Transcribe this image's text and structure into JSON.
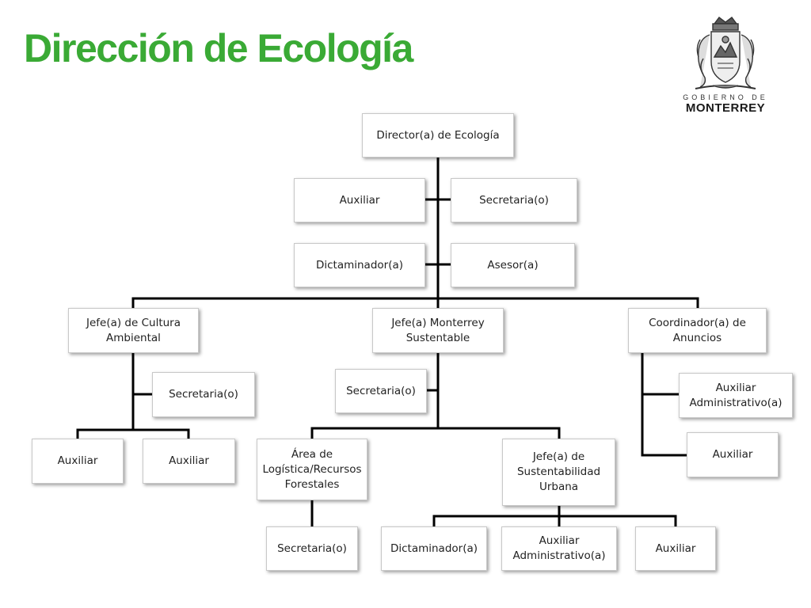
{
  "title": "Dirección de Ecología",
  "colors": {
    "title": "#3aaa35",
    "connector": "#000000",
    "box_border": "#c8c8c8"
  },
  "logo": {
    "icon": "coat-of-arms-icon",
    "top_text": "GOBIERNO DE",
    "main_text": "MONTERREY"
  },
  "org": {
    "director": "Director(a) de Ecología",
    "staff": {
      "auxiliar": "Auxiliar",
      "secretaria": "Secretaria(o)",
      "dictaminador": "Dictaminador(a)",
      "asesor": "Asesor(a)"
    },
    "cultura": {
      "head": "Jefe(a) de Cultura\nAmbiental",
      "secretaria": "Secretaria(o)",
      "auxiliar_1": "Auxiliar",
      "auxiliar_2": "Auxiliar"
    },
    "sustentable": {
      "head": "Jefe(a)  Monterrey\nSustentable",
      "secretaria": "Secretaria(o)",
      "logistica": {
        "head": "Área de\nLogística/Recursos\nForestales",
        "secretaria": "Secretaria(o)"
      },
      "urbana": {
        "head": "Jefe(a) de\nSustentabilidad\nUrbana",
        "dictaminador": "Dictaminador(a)",
        "auxiliar_admin": "Auxiliar\nAdministrativo(a)",
        "auxiliar": "Auxiliar"
      }
    },
    "anuncios": {
      "head": "Coordinador(a) de\nAnuncios",
      "auxiliar_admin": "Auxiliar\nAdministrativo(a)",
      "auxiliar": "Auxiliar"
    }
  }
}
